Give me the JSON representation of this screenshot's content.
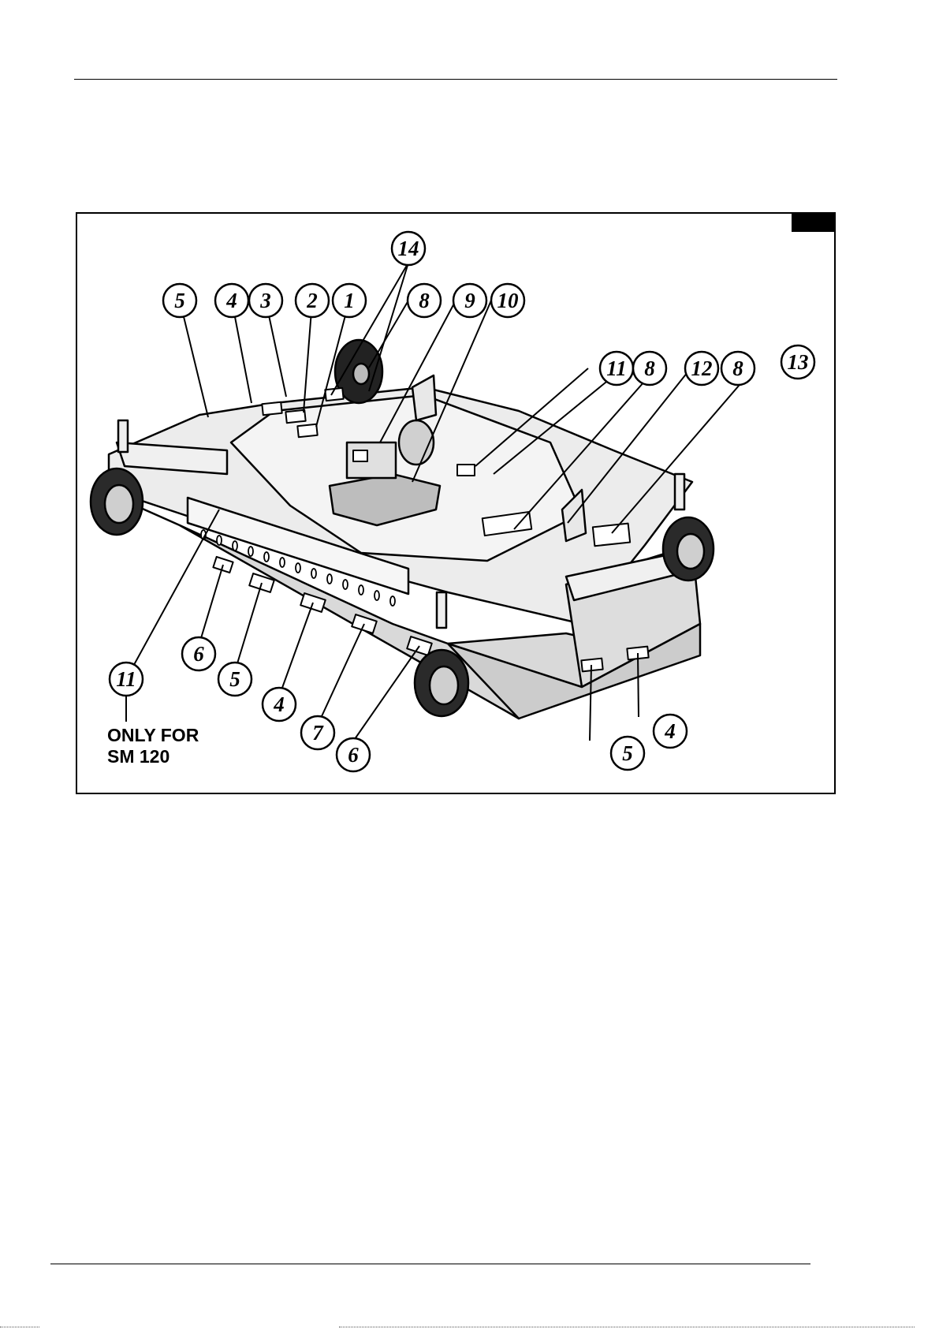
{
  "figure": {
    "note": {
      "line1": "ONLY FOR",
      "line2": "SM 120"
    },
    "callouts": [
      {
        "id": "5",
        "label": "5"
      },
      {
        "id": "4",
        "label": "4"
      },
      {
        "id": "3",
        "label": "3"
      },
      {
        "id": "2",
        "label": "2"
      },
      {
        "id": "1",
        "label": "1"
      },
      {
        "id": "14",
        "label": "14"
      },
      {
        "id": "8a",
        "label": "8"
      },
      {
        "id": "9",
        "label": "9"
      },
      {
        "id": "10",
        "label": "10"
      },
      {
        "id": "11a",
        "label": "11"
      },
      {
        "id": "8b",
        "label": "8"
      },
      {
        "id": "12",
        "label": "12"
      },
      {
        "id": "8c",
        "label": "8"
      },
      {
        "id": "13",
        "label": "13"
      },
      {
        "id": "6a",
        "label": "6"
      },
      {
        "id": "5b",
        "label": "5"
      },
      {
        "id": "4b",
        "label": "4"
      },
      {
        "id": "7",
        "label": "7"
      },
      {
        "id": "6b",
        "label": "6"
      },
      {
        "id": "11b",
        "label": "11"
      },
      {
        "id": "5c",
        "label": "5"
      },
      {
        "id": "4c",
        "label": "4"
      }
    ]
  },
  "colors": {
    "ink": "#000000",
    "deck": "#e6e6e6",
    "deck_shadow": "#cfcfcf",
    "paper": "#ffffff"
  },
  "icons": [
    "callout-circle",
    "decal",
    "wheel"
  ]
}
